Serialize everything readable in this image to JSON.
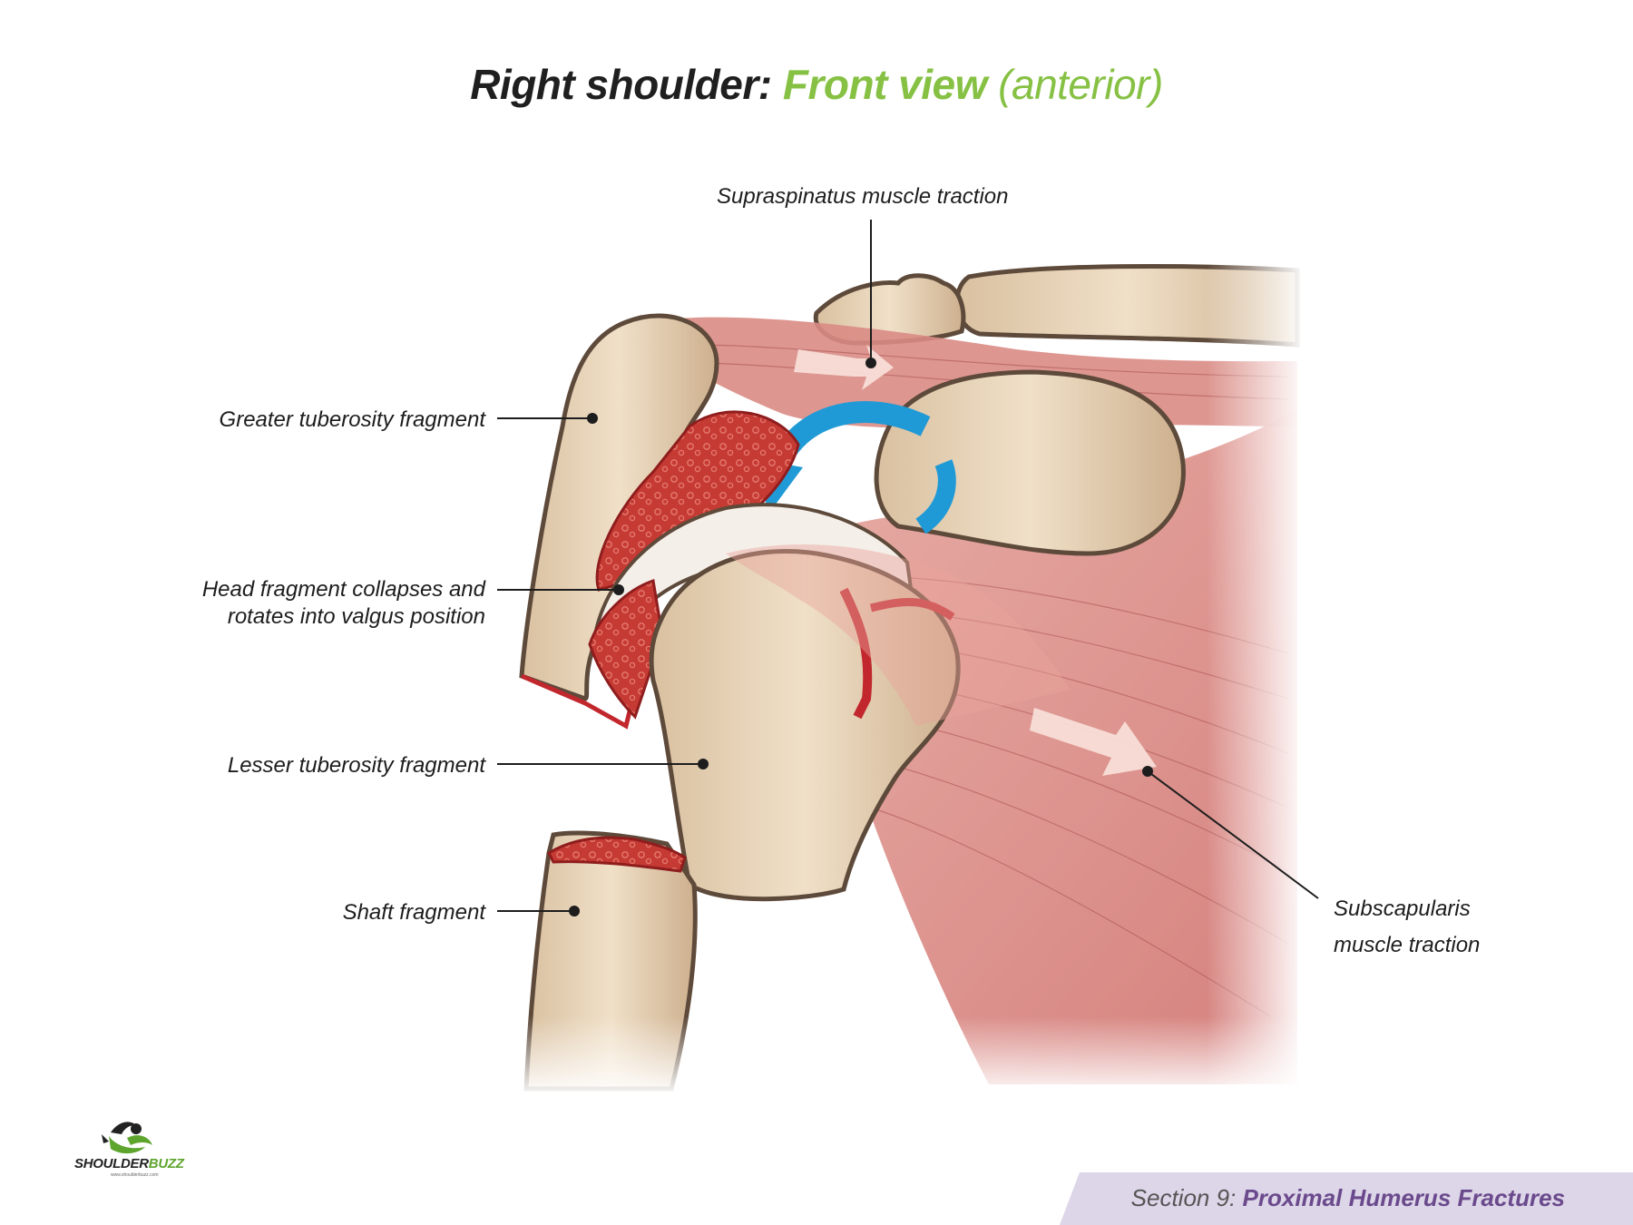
{
  "title": {
    "part1": "Right shoulder",
    "sep": ":",
    "part2": "Front view",
    "part3": "(anterior)"
  },
  "labels": {
    "supraspinatus": "Supraspinatus muscle traction",
    "greater_tuberosity": "Greater tuberosity fragment",
    "head_fragment_line1": "Head fragment collapses and",
    "head_fragment_line2": "rotates into valgus position",
    "lesser_tuberosity": "Lesser tuberosity fragment",
    "shaft": "Shaft fragment",
    "subscapularis_line1": "Subscapularis",
    "subscapularis_line2": "muscle traction"
  },
  "footer": {
    "section": "Section 9:",
    "topic": "Proximal Humerus Fractures"
  },
  "logo": {
    "word1": "SHOULDER",
    "word2": "BUZZ",
    "url": "www.shoulderbuzz.com"
  },
  "colors": {
    "bone": "#e8d3b8",
    "bone_outline": "#5e4a3a",
    "muscle": "#d9807c",
    "fracture": "#c1272d",
    "rotation_arrow": "#1f9ad6",
    "accent_green": "#86c144",
    "footer_purple": "#6a4a8c"
  }
}
